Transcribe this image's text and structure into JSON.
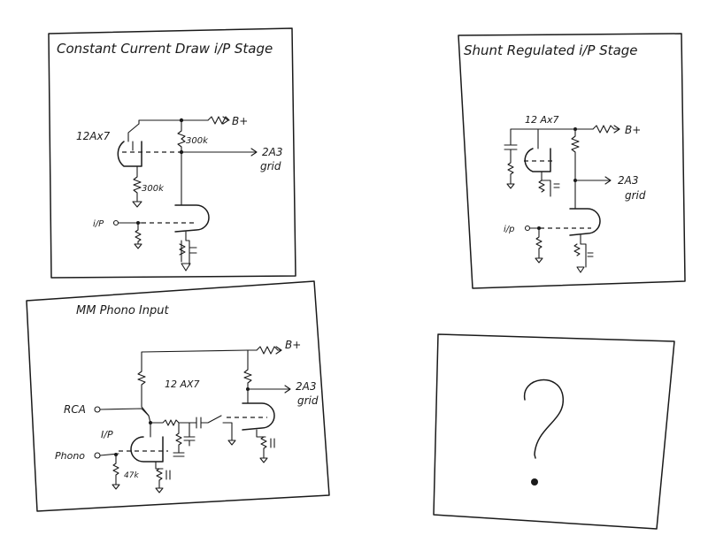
{
  "panels": {
    "constant_current": {
      "title": "Constant Current Draw i/P Stage",
      "tube": "12Ax7",
      "r_plate": "300k",
      "r_cathode": "300k",
      "supply": "B+",
      "output": "2A3",
      "output_sub": "grid",
      "input": "i/P"
    },
    "shunt_regulated": {
      "title": "Shunt Regulated i/P Stage",
      "tube": "12 Ax7",
      "supply": "B+",
      "output": "2A3",
      "output_sub": "grid",
      "input": "i/p"
    },
    "mm_phono": {
      "title": "MM Phono Input",
      "tube": "12 AX7",
      "supply": "B+",
      "output": "2A3",
      "output_sub": "grid",
      "rca": "RCA",
      "ip": "I/P",
      "phono": "Phono",
      "r_input": "47k"
    },
    "unknown": {
      "symbol": "?"
    }
  }
}
